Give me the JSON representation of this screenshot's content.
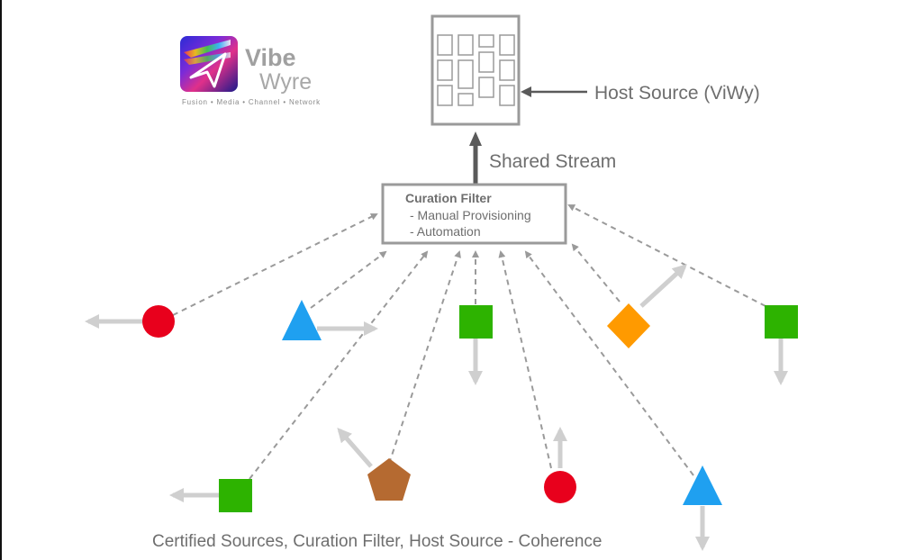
{
  "brand": {
    "name_line1": "Vibe",
    "name_line2": "Wyre",
    "tagline": "Fusion • Media • Channel • Network"
  },
  "host_label": "Host Source (ViWy)",
  "stream_label": "Shared Stream",
  "filter": {
    "title": "Curation Filter",
    "line1": "- Manual Provisioning",
    "line2": "- Automation"
  },
  "caption": "Certified Sources, Curation Filter, Host Source - Coherence",
  "colors": {
    "red": "#e8001c",
    "blue": "#1fa0f0",
    "green": "#2db300",
    "orange": "#ff9a00",
    "brown": "#b56a31",
    "dashed": "#9a9a9a",
    "light_arrow": "#cfcfcf",
    "box_border": "#9a9a9a",
    "text": "#6e6e6e"
  },
  "icons": [
    "circle",
    "triangle",
    "square",
    "diamond",
    "pentagon",
    "document-grid"
  ]
}
